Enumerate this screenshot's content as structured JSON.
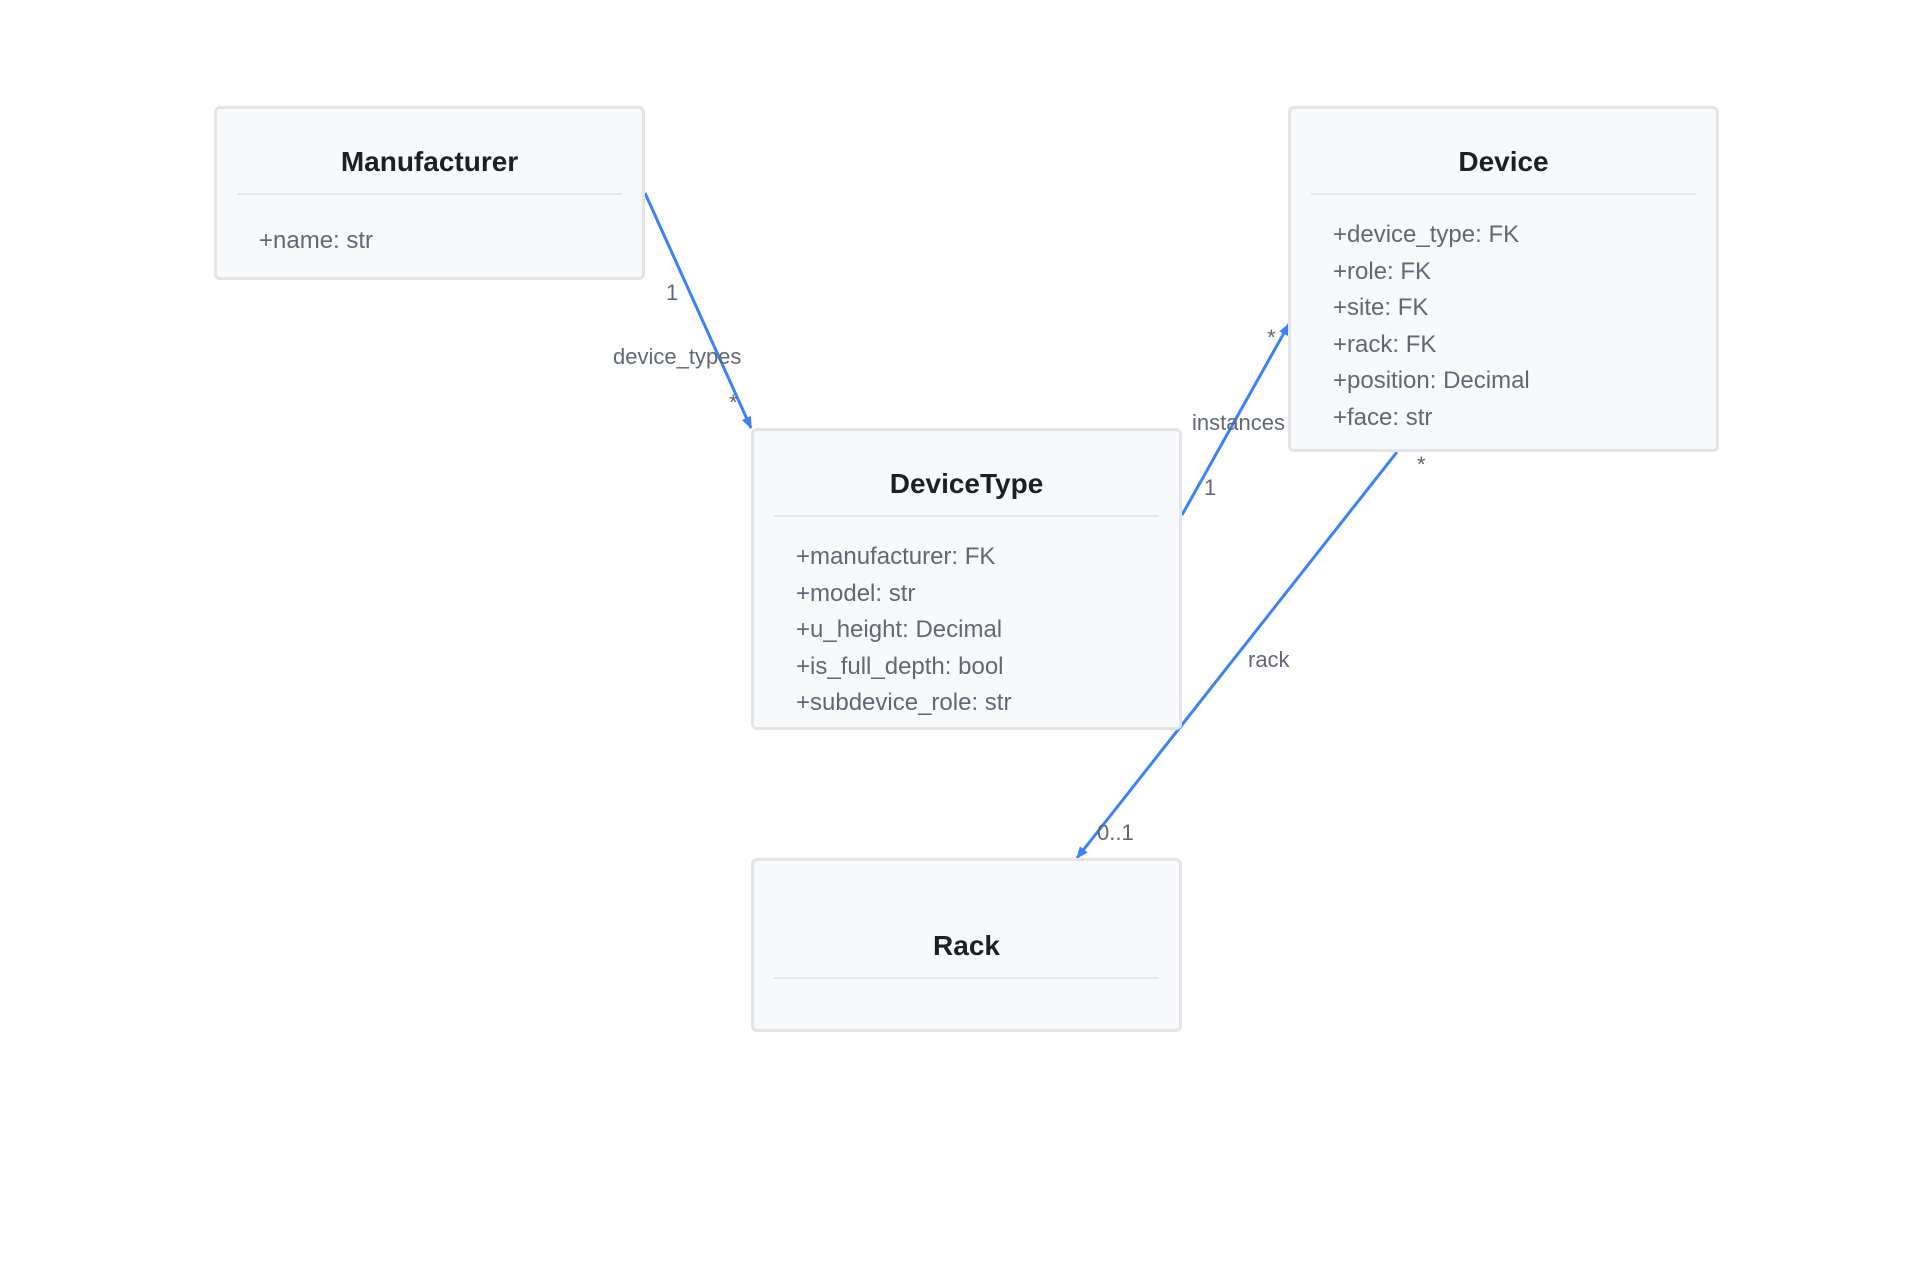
{
  "diagram": {
    "accent_color": "#3b82f6",
    "classes": {
      "manufacturer": {
        "name": "Manufacturer",
        "attributes": [
          "+name: str"
        ]
      },
      "device": {
        "name": "Device",
        "attributes": [
          "+device_type: FK",
          "+role: FK",
          "+site: FK",
          "+rack: FK",
          "+position: Decimal",
          "+face: str"
        ]
      },
      "devicetype": {
        "name": "DeviceType",
        "attributes": [
          "+manufacturer: FK",
          "+model: str",
          "+u_height: Decimal",
          "+is_full_depth: bool",
          "+subdevice_role: str"
        ]
      },
      "rack": {
        "name": "Rack",
        "attributes": []
      }
    },
    "relations": {
      "device_types": {
        "label": "device_types",
        "from_multiplicity": "1",
        "to_multiplicity": "*"
      },
      "instances": {
        "label": "instances",
        "from_multiplicity": "1",
        "to_multiplicity": "*"
      },
      "rack": {
        "label": "rack",
        "from_multiplicity": "*",
        "to_multiplicity": "0..1"
      }
    }
  }
}
